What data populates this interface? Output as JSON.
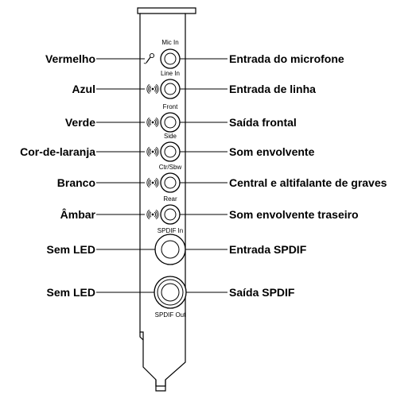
{
  "diagram": {
    "ports": [
      {
        "key": "mic",
        "port_label": "Mic In",
        "color": "Vermelho",
        "function": "Entrada do microfone",
        "led_icon": "microphone-icon"
      },
      {
        "key": "line",
        "port_label": "Line In",
        "color": "Azul",
        "function": "Entrada de linha",
        "led_icon": "led-indicator-icon"
      },
      {
        "key": "front",
        "port_label": "Front",
        "color": "Verde",
        "function": "Saída frontal",
        "led_icon": "led-indicator-icon"
      },
      {
        "key": "side",
        "port_label": "Side",
        "color": "Cor-de-laranja",
        "function": "Som envolvente",
        "led_icon": "led-indicator-icon"
      },
      {
        "key": "ctr",
        "port_label": "Ctr/Sbw",
        "color": "Branco",
        "function": "Central e altifalante de graves",
        "led_icon": "led-indicator-icon"
      },
      {
        "key": "rear",
        "port_label": "Rear",
        "color": "Âmbar",
        "function": "Som envolvente traseiro",
        "led_icon": "led-indicator-icon"
      },
      {
        "key": "spdif-in",
        "port_label": "SPDIF In",
        "color": "Sem LED",
        "function": "Entrada SPDIF",
        "led_icon": ""
      },
      {
        "key": "spdif-out",
        "port_label": "SPDIF Out",
        "color": "Sem LED",
        "function": "Saída SPDIF",
        "led_icon": ""
      }
    ]
  }
}
